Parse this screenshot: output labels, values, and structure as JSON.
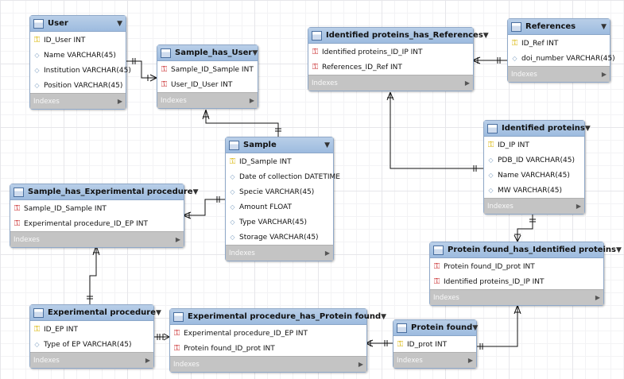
{
  "tables": [
    {
      "id": "user",
      "title": "User",
      "columns": [
        {
          "label": "ID_User INT",
          "kind": "pk"
        },
        {
          "label": "Name VARCHAR(45)",
          "kind": "col"
        },
        {
          "label": "Institution VARCHAR(45)",
          "kind": "col"
        },
        {
          "label": "Position VARCHAR(45)",
          "kind": "col"
        }
      ]
    },
    {
      "id": "sample_has_user",
      "title": "Sample_has_User",
      "columns": [
        {
          "label": "Sample_ID_Sample INT",
          "kind": "fk"
        },
        {
          "label": "User_ID_User INT",
          "kind": "fk"
        }
      ]
    },
    {
      "id": "identified_proteins_has_references",
      "title": "Identified proteins_has_References",
      "columns": [
        {
          "label": "Identified proteins_ID_IP INT",
          "kind": "fk"
        },
        {
          "label": "References_ID_Ref INT",
          "kind": "fk"
        }
      ]
    },
    {
      "id": "references",
      "title": "References",
      "columns": [
        {
          "label": "ID_Ref INT",
          "kind": "pk"
        },
        {
          "label": "doi_number VARCHAR(45)",
          "kind": "col"
        }
      ]
    },
    {
      "id": "identified_proteins",
      "title": "Identified proteins",
      "columns": [
        {
          "label": "ID_IP INT",
          "kind": "pk"
        },
        {
          "label": "PDB_ID VARCHAR(45)",
          "kind": "col"
        },
        {
          "label": "Name VARCHAR(45)",
          "kind": "col"
        },
        {
          "label": "MW VARCHAR(45)",
          "kind": "col"
        }
      ]
    },
    {
      "id": "sample",
      "title": "Sample",
      "columns": [
        {
          "label": "ID_Sample INT",
          "kind": "pk"
        },
        {
          "label": "Date of collection DATETIME",
          "kind": "col"
        },
        {
          "label": "Specie VARCHAR(45)",
          "kind": "col"
        },
        {
          "label": "Amount FLOAT",
          "kind": "col"
        },
        {
          "label": "Type VARCHAR(45)",
          "kind": "col"
        },
        {
          "label": "Storage VARCHAR(45)",
          "kind": "col"
        }
      ]
    },
    {
      "id": "sample_has_experimental_procedure",
      "title": "Sample_has_Experimental procedure",
      "columns": [
        {
          "label": "Sample_ID_Sample INT",
          "kind": "fk"
        },
        {
          "label": "Experimental procedure_ID_EP INT",
          "kind": "fk"
        }
      ]
    },
    {
      "id": "protein_found_has_identified_proteins",
      "title": "Protein found_has_Identified proteins",
      "columns": [
        {
          "label": "Protein found_ID_prot INT",
          "kind": "fk"
        },
        {
          "label": "Identified proteins_ID_IP INT",
          "kind": "fk"
        }
      ]
    },
    {
      "id": "experimental_procedure",
      "title": "Experimental procedure",
      "columns": [
        {
          "label": "ID_EP INT",
          "kind": "pk"
        },
        {
          "label": "Type of EP VARCHAR(45)",
          "kind": "col"
        }
      ]
    },
    {
      "id": "experimental_procedure_has_protein_found",
      "title": "Experimental procedure_has_Protein found",
      "columns": [
        {
          "label": "Experimental procedure_ID_EP INT",
          "kind": "fk"
        },
        {
          "label": "Protein found_ID_prot INT",
          "kind": "fk"
        }
      ]
    },
    {
      "id": "protein_found",
      "title": "Protein found",
      "columns": [
        {
          "label": "ID_prot INT",
          "kind": "pk"
        }
      ]
    }
  ],
  "footer_label": "Indexes",
  "colors": {
    "header": "#a8c4e4",
    "footer": "#c4c4c4",
    "line": "#111111",
    "primary_key": "#d8b400",
    "foreign_key": "#c8282a"
  }
}
